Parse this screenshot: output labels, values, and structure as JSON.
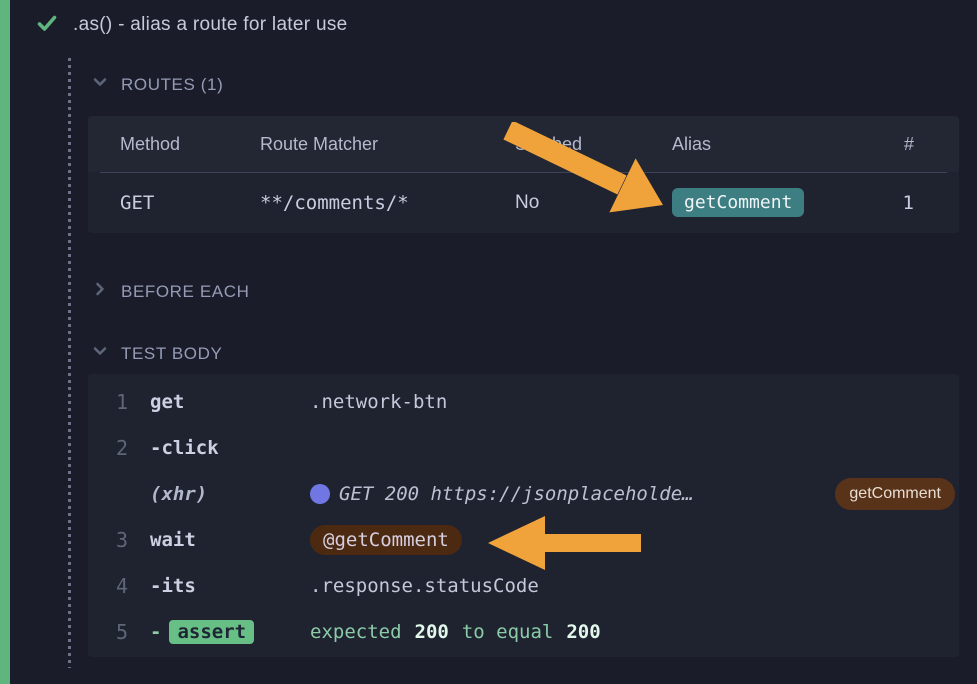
{
  "test": {
    "title": ".as() - alias a route for later use"
  },
  "routes": {
    "header": "ROUTES (1)",
    "table": {
      "col_method": "Method",
      "col_route_matcher": "Route Matcher",
      "col_stubbed": "Stubbed",
      "col_alias": "Alias",
      "col_count": "#",
      "row": {
        "method": "GET",
        "route_matcher": "**/comments/*",
        "stubbed": "No",
        "alias": "getComment",
        "count": "1"
      }
    }
  },
  "before_each": {
    "header": "BEFORE EACH"
  },
  "test_body": {
    "header": "TEST BODY",
    "commands": [
      {
        "number": "1",
        "name": "get",
        "message": ".network-btn"
      },
      {
        "number": "2",
        "dash": "-",
        "name": "click"
      },
      {
        "name": "(xhr)",
        "message": "GET 200 https://jsonplaceholde…",
        "alias_badge": "getComment"
      },
      {
        "number": "3",
        "name": "wait",
        "alias_badge": "@getComment"
      },
      {
        "number": "4",
        "dash": "-",
        "name": "its",
        "message": ".response.statusCode"
      },
      {
        "number": "5",
        "dash": "-",
        "badge": "assert",
        "assertion": {
          "prefix": "expected",
          "actual": "200",
          "middle": "to equal",
          "expected": "200"
        }
      }
    ]
  },
  "colors": {
    "pass_green": "#5fb57d",
    "alias_teal": "#3c7e81",
    "alias_brown": "#59321a",
    "wait_badge_brown": "#4c2a11",
    "assert_green": "#68bf86",
    "assertion_text_green": "#8bcba6",
    "xhr_dot_blue": "#7077e3",
    "annotation_arrow_orange": "#f1a33b",
    "panel_background": "#1f2330",
    "page_background": "#1a1d29"
  }
}
